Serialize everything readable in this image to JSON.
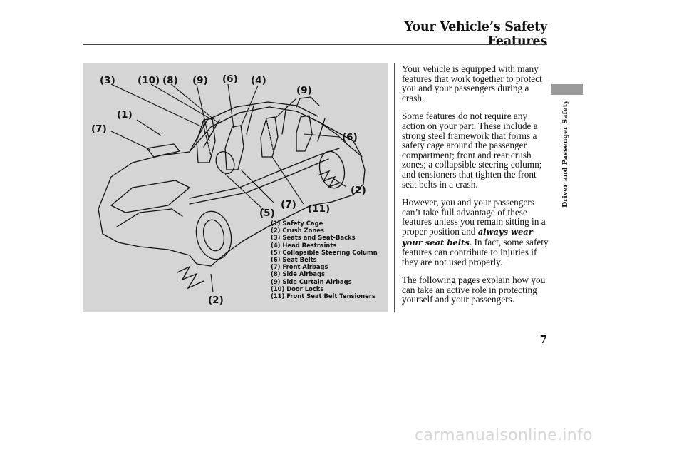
{
  "header": {
    "title": "Your Vehicle’s Safety Features"
  },
  "figure": {
    "callouts": {
      "c3_top": "(3)",
      "c10_top": "(10)",
      "c8_top": "(8)",
      "c9_top": "(9)",
      "c6_top": "(6)",
      "c4_top": "(4)",
      "c9_right": "(9)",
      "c1_left": "(1)",
      "c7_left": "(7)",
      "c6_right": "(6)",
      "c2_right": "(2)",
      "c7_mid": "(7)",
      "c11_mid": "(11)",
      "c5_mid": "(5)",
      "c2_bottom": "(2)"
    },
    "legend": [
      "(1) Safety Cage",
      "(2) Crush Zones",
      "(3) Seats and Seat-Backs",
      "(4) Head Restraints",
      "(5) Collapsible Steering Column",
      "(6) Seat Belts",
      "(7) Front Airbags",
      "(8) Side Airbags",
      "(9) Side Curtain Airbags",
      "(10) Door Locks",
      "(11) Front Seat Belt Tensioners"
    ]
  },
  "body": {
    "p1": "Your vehicle is equipped with many features that work together to protect you and your passengers during a crash.",
    "p2": "Some features do not require any action on your part. These include a strong steel framework that forms a safety cage around the passenger compartment; front and rear crush zones; a collapsible steering column; and tensioners that tighten the front seat belts in a crash.",
    "p3_before": "However, you and your passengers can’t take full advantage of these features unless you remain sitting in a proper position and ",
    "p3_emphasis": "always wear your seat belts",
    "p3_after": ". In fact, some safety features can contribute to injuries if they are not used properly.",
    "p4": "The following pages explain how you can take an active role in protecting yourself and your passengers."
  },
  "side": {
    "label": "Driver and Passenger Safety"
  },
  "page_number": "7",
  "watermark": "carmanualsonline.info"
}
